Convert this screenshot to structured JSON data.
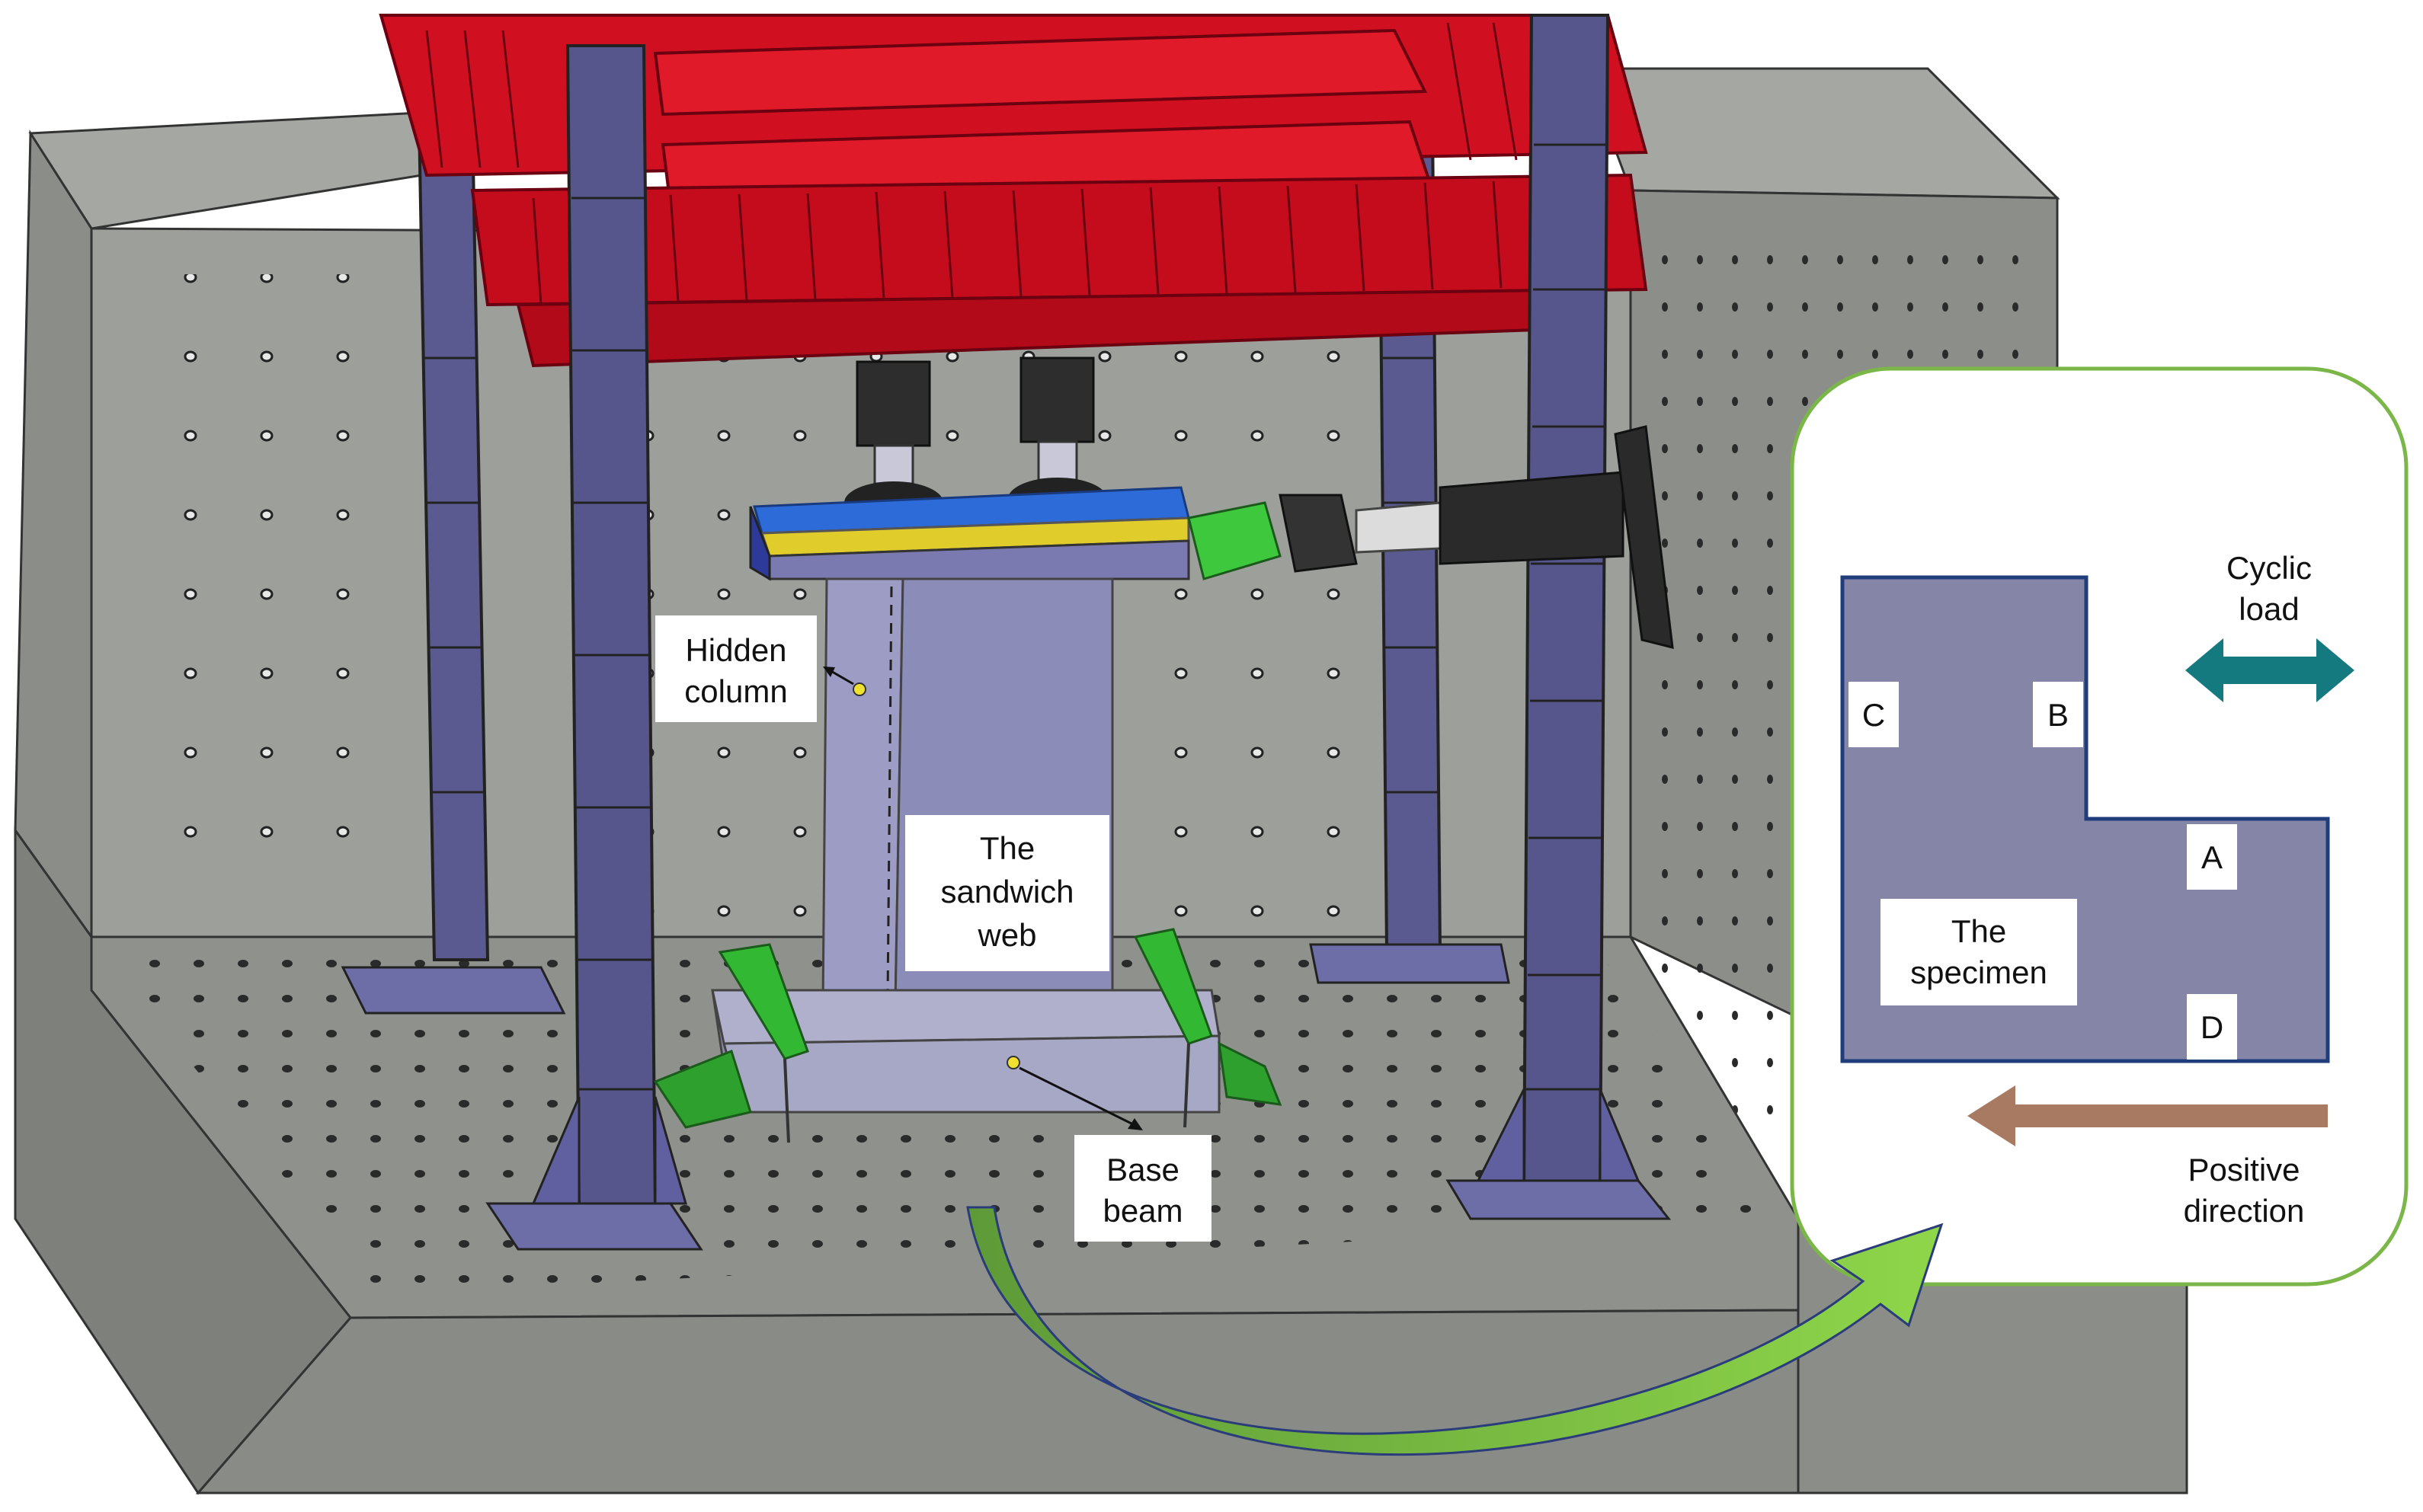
{
  "labels": {
    "hidden_column": [
      "Hidden",
      "column"
    ],
    "sandwich_web": [
      "The",
      "sandwich",
      "web"
    ],
    "base_beam": [
      "Base",
      "beam"
    ]
  },
  "inset": {
    "cyclic_load": [
      "Cyclic",
      "load"
    ],
    "positive_direction": [
      "Positive",
      "direction"
    ],
    "specimen": [
      "The",
      "specimen"
    ],
    "points": [
      "A",
      "B",
      "C",
      "D"
    ]
  },
  "colors": {
    "frame_red": "#d01020",
    "column_purple": "#5a5a90",
    "floor_gray": "#8e918c",
    "wall_gray": "#9c9f9a",
    "specimen_lavender": "#9a9ac0",
    "actuator_green": "#33b833",
    "inset_border": "#7ab648",
    "cyclic_arrow": "#157a80",
    "positive_arrow": "#a87a62",
    "transfer_arrow": "#79c043"
  },
  "icons": [
    "double-headed-arrow-icon",
    "left-arrow-icon",
    "curved-arrow-icon"
  ]
}
